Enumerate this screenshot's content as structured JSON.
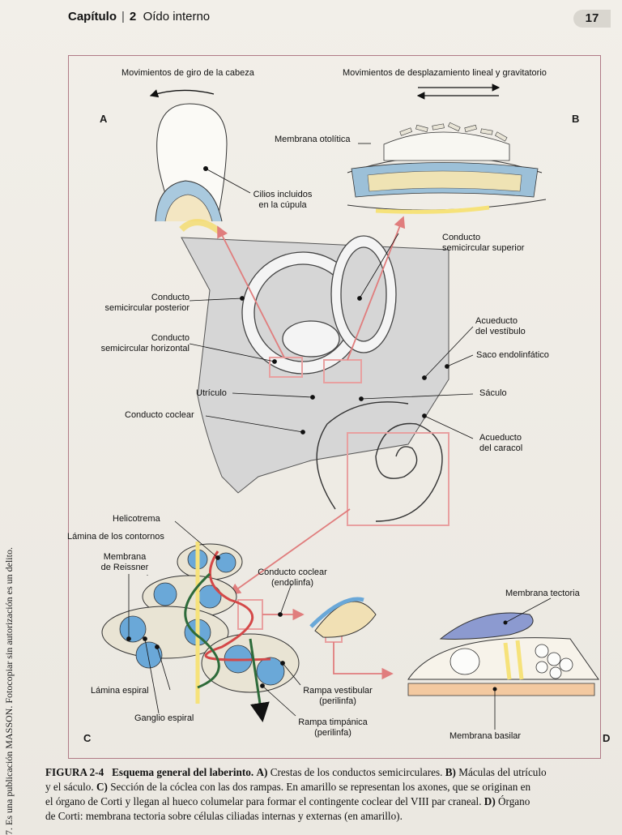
{
  "header": {
    "chapter_label": "Capítulo",
    "chapter_number": "2",
    "chapter_title": "Oído interno",
    "page_number": "17"
  },
  "figure": {
    "labels": {
      "top_left": "Movimientos de giro de la cabeza",
      "top_right": "Movimientos de desplazamiento lineal y gravitatorio",
      "membrana_otolitica": "Membrana otolítica",
      "cilios_1": "Cilios incluidos",
      "cilios_2": "en la cúpula",
      "csup_1": "Conducto",
      "csup_2": "semicircular superior",
      "cpost_1": "Conducto",
      "cpost_2": "semicircular posterior",
      "chor_1": "Conducto",
      "chor_2": "semicircular horizontal",
      "acuv_1": "Acueducto",
      "acuv_2": "del vestíbulo",
      "saco": "Saco endolinfático",
      "utriculo": "Utrículo",
      "saculo": "Sáculo",
      "coclear": "Conducto coclear",
      "acuc_1": "Acueducto",
      "acuc_2": "del caracol",
      "helicotrema": "Helicotrema",
      "lamina_contornos": "Lámina de los contornos",
      "reissner_1": "Membrana",
      "reissner_2": "de Reissner",
      "ccendo_1": "Conducto coclear",
      "ccendo_2": "(endolinfa)",
      "tectoria": "Membrana tectoria",
      "lamina_espiral": "Lámina espiral",
      "ganglio": "Ganglio espiral",
      "rvest_1": "Rampa vestibular",
      "rvest_2": "(perilinfa)",
      "rtimp_1": "Rampa timpánica",
      "rtimp_2": "(perilinfa)",
      "basilar": "Membrana basilar"
    },
    "letters": {
      "a": "A",
      "b": "B",
      "c": "C",
      "d": "D"
    }
  },
  "caption": {
    "label": "FIGURA 2-4",
    "title": "Esquema general del laberinto.",
    "l1a": "A)",
    "l1b": " Crestas de los conductos semicirculares. ",
    "l1c": "B)",
    "l1d": " Máculas del utrículo",
    "l2a": "y el sáculo. ",
    "l2b": "C)",
    "l2c": " Sección de la cóclea con las dos rampas. En amarillo se representan los axones, que se originan en",
    "l3a": "el órgano de Corti y llegan al hueco columelar para formar el contingente coclear del VIII par craneal. ",
    "l3b": "D)",
    "l3c": " Órgano",
    "l4": "de Corti: membrana tectoria sobre células ciliadas internas y externas (en amarillo)."
  },
  "sidenote": "7. Es una publicación MASSON. Fotocopiar sin autorización es un delito.",
  "colors": {
    "frame": "#b07a86",
    "highlight": "#e8a0a0",
    "blue": "#6aa8d8",
    "yellow": "#f6e27a",
    "bone": "#d4d4d4"
  }
}
